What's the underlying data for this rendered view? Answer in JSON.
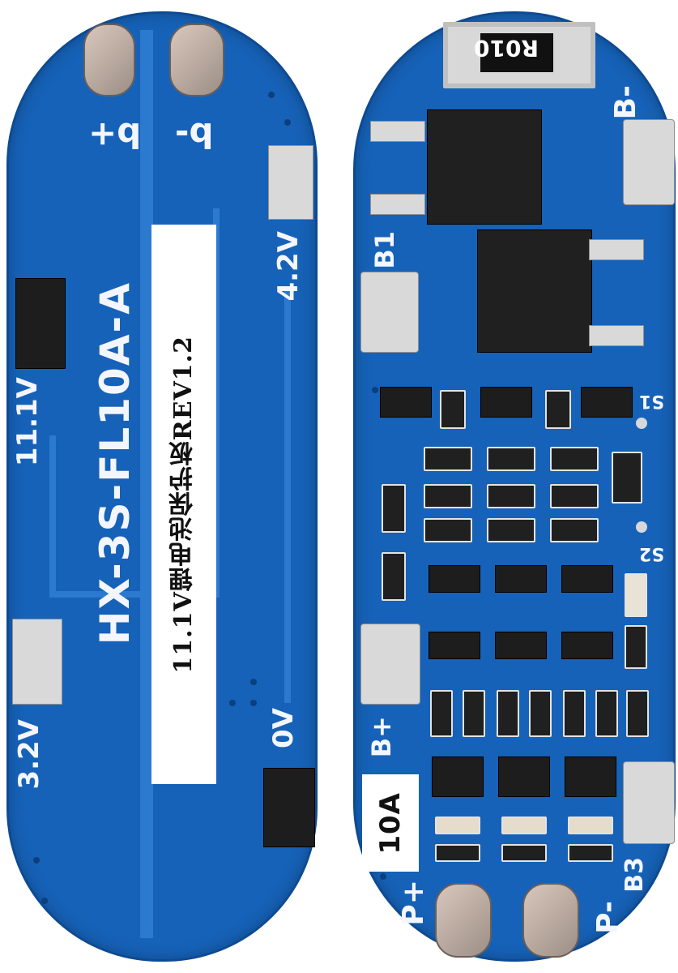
{
  "left_board": {
    "pad_left_label": "b+",
    "pad_right_label": "b-",
    "label_4v2": "4.2V",
    "label_11v1": "11.1V",
    "label_3v2": "3.2V",
    "label_0v": "0V",
    "model_text": "HX-3S-FL10A-A",
    "product_text": "11.1V锂电池保护板REV1.2"
  },
  "right_board": {
    "resistor_label": "R010",
    "label_b_minus": "B-",
    "label_b1": "B1",
    "label_s1": "S1",
    "label_s2": "S2",
    "label_b_plus": "B+",
    "current_label": "10A",
    "label_b3": "B3",
    "label_p_plus": "P+",
    "label_p_minus": "P-"
  }
}
